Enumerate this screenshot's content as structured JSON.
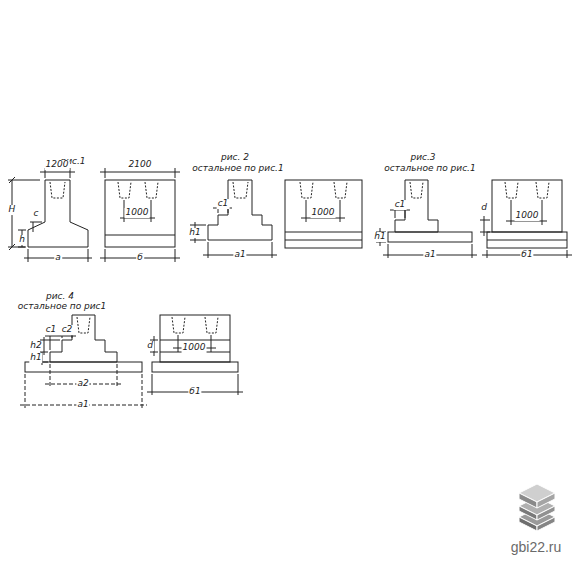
{
  "diagram": {
    "labels": [
      "рис.1",
      "1200",
      "2100",
      "H",
      "c",
      "h",
      "a",
      "б",
      "1000",
      "рис. 2",
      "остальное по рис.1",
      "c1",
      "h1",
      "a1",
      "1000",
      "рис.3",
      "остальное по рис.1",
      "c1",
      "h1",
      "a1",
      "d",
      "1000",
      "б1",
      "рис. 4",
      "остальное по рис1",
      "c1",
      "c2",
      "h2",
      "h1",
      "a2",
      "a1",
      "d",
      "1000",
      "б1",
      "gbi22.ru"
    ]
  }
}
